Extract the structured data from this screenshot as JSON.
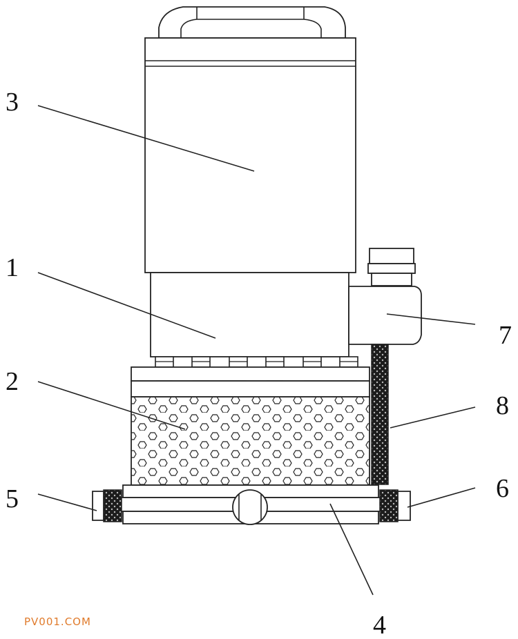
{
  "labels": {
    "l1": "1",
    "l2": "2",
    "l3": "3",
    "l4": "4",
    "l5": "5",
    "l6": "6",
    "l7": "7",
    "l8": "8"
  },
  "watermark": "PV001.COM"
}
